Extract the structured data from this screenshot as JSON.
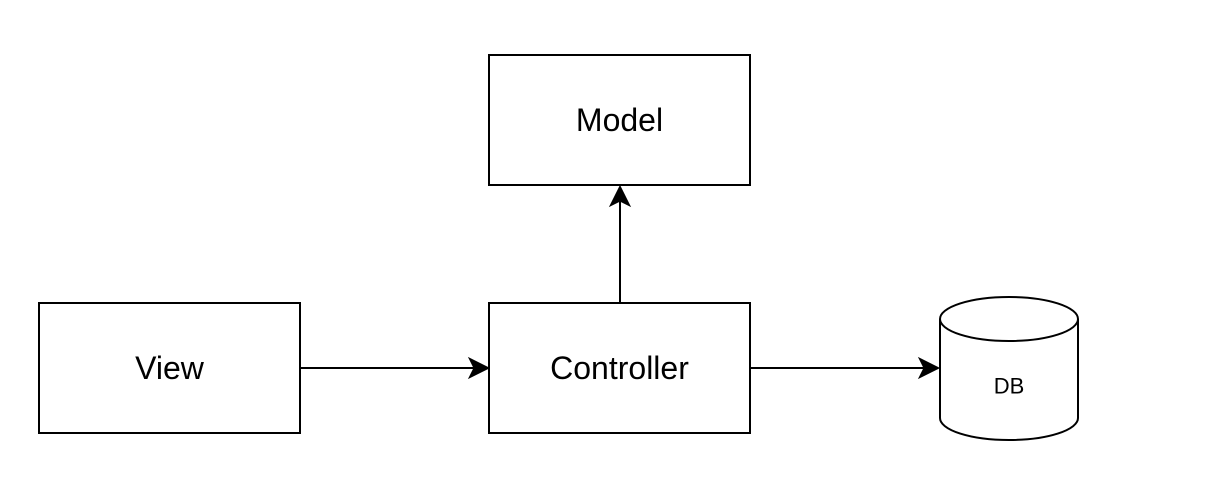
{
  "diagram": {
    "nodes": {
      "model": {
        "label": "Model",
        "shape": "rectangle"
      },
      "view": {
        "label": "View",
        "shape": "rectangle"
      },
      "controller": {
        "label": "Controller",
        "shape": "rectangle"
      },
      "db": {
        "label": "DB",
        "shape": "cylinder"
      }
    },
    "edges": [
      {
        "from": "controller",
        "to": "model"
      },
      {
        "from": "view",
        "to": "controller"
      },
      {
        "from": "controller",
        "to": "db"
      }
    ]
  },
  "colors": {
    "stroke": "#000000",
    "fill": "#ffffff",
    "background": "#ffffff"
  }
}
